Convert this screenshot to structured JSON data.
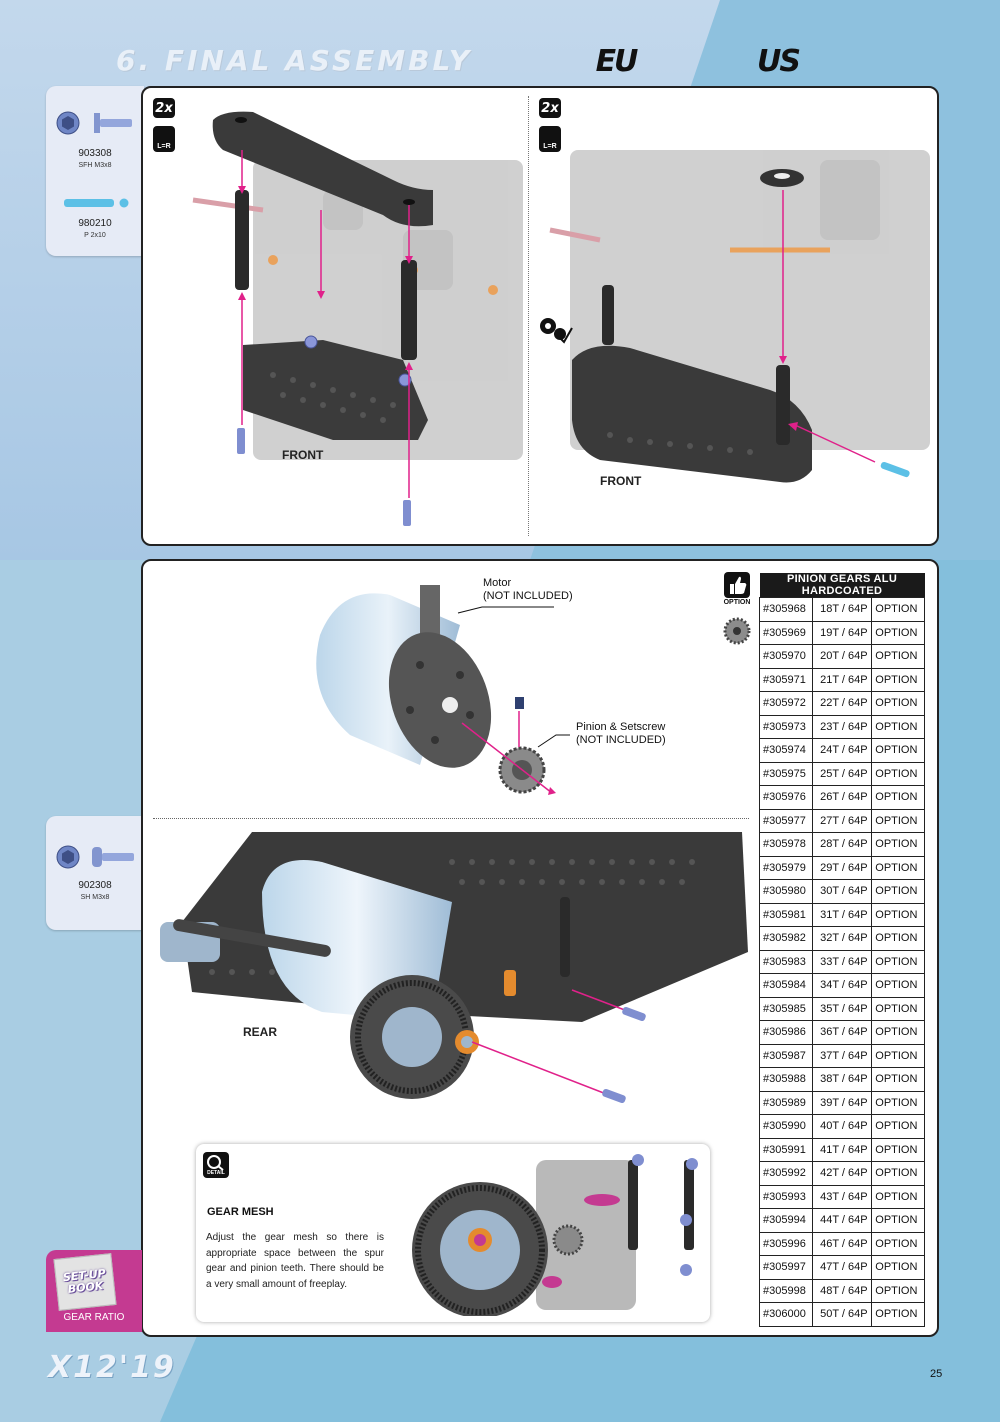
{
  "header": {
    "title": "6. FINAL ASSEMBLY",
    "logo_eu": "EU",
    "logo_us": "US"
  },
  "hardware": [
    {
      "code": "903308",
      "desc": "SFH M3x8"
    },
    {
      "code": "980210",
      "desc": "P 2x10"
    },
    {
      "code": "902308",
      "desc": "SH M3x8"
    }
  ],
  "steps": {
    "left_qty": "2x",
    "right_qty": "2x",
    "lr_label": "L=R",
    "front_label_1": "FRONT",
    "front_label_2": "FRONT",
    "rear_label": "REAR"
  },
  "callouts": {
    "motor": [
      "Motor",
      "(NOT INCLUDED)"
    ],
    "pinion": [
      "Pinion & Setscrew",
      "(NOT INCLUDED)"
    ]
  },
  "option_label": "OPTION",
  "detail_label": "DETAIL",
  "pinion_table": {
    "header": "PINION GEARS ALU HARDCOATED",
    "rows": [
      [
        "#305968",
        "18T / 64P",
        "OPTION"
      ],
      [
        "#305969",
        "19T / 64P",
        "OPTION"
      ],
      [
        "#305970",
        "20T / 64P",
        "OPTION"
      ],
      [
        "#305971",
        "21T / 64P",
        "OPTION"
      ],
      [
        "#305972",
        "22T / 64P",
        "OPTION"
      ],
      [
        "#305973",
        "23T / 64P",
        "OPTION"
      ],
      [
        "#305974",
        "24T / 64P",
        "OPTION"
      ],
      [
        "#305975",
        "25T / 64P",
        "OPTION"
      ],
      [
        "#305976",
        "26T / 64P",
        "OPTION"
      ],
      [
        "#305977",
        "27T / 64P",
        "OPTION"
      ],
      [
        "#305978",
        "28T / 64P",
        "OPTION"
      ],
      [
        "#305979",
        "29T / 64P",
        "OPTION"
      ],
      [
        "#305980",
        "30T / 64P",
        "OPTION"
      ],
      [
        "#305981",
        "31T / 64P",
        "OPTION"
      ],
      [
        "#305982",
        "32T / 64P",
        "OPTION"
      ],
      [
        "#305983",
        "33T / 64P",
        "OPTION"
      ],
      [
        "#305984",
        "34T / 64P",
        "OPTION"
      ],
      [
        "#305985",
        "35T / 64P",
        "OPTION"
      ],
      [
        "#305986",
        "36T / 64P",
        "OPTION"
      ],
      [
        "#305987",
        "37T / 64P",
        "OPTION"
      ],
      [
        "#305988",
        "38T / 64P",
        "OPTION"
      ],
      [
        "#305989",
        "39T / 64P",
        "OPTION"
      ],
      [
        "#305990",
        "40T / 64P",
        "OPTION"
      ],
      [
        "#305991",
        "41T / 64P",
        "OPTION"
      ],
      [
        "#305992",
        "42T / 64P",
        "OPTION"
      ],
      [
        "#305993",
        "43T / 64P",
        "OPTION"
      ],
      [
        "#305994",
        "44T / 64P",
        "OPTION"
      ],
      [
        "#305996",
        "46T / 64P",
        "OPTION"
      ],
      [
        "#305997",
        "47T / 64P",
        "OPTION"
      ],
      [
        "#305998",
        "48T / 64P",
        "OPTION"
      ],
      [
        "#306000",
        "50T / 64P",
        "OPTION"
      ]
    ]
  },
  "gear_mesh": {
    "title": "GEAR MESH",
    "text": "Adjust the gear mesh so there is appropriate space between the spur gear and pinion teeth. There should be a very small amount of freeplay."
  },
  "setup_badge": {
    "line1": "SET-UP",
    "line2": "BOOK",
    "label": "GEAR RATIO"
  },
  "footer": {
    "brand": "X12'19",
    "page": "25"
  },
  "colors": {
    "arrow": "#e0218a",
    "setup_badge": "#c43a91",
    "background": "#a9cde3"
  }
}
